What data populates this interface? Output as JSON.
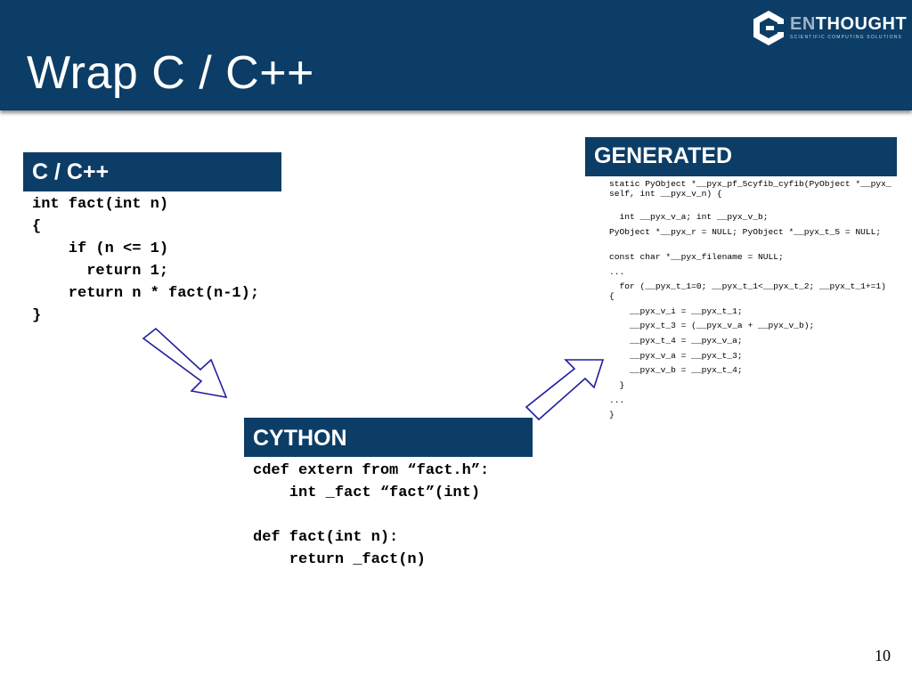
{
  "slide": {
    "title": "Wrap C / C++",
    "page_number": "10"
  },
  "logo": {
    "prefix": "EN",
    "word": "THOUGHT",
    "tagline": "SCIENTIFIC COMPUTING SOLUTIONS"
  },
  "colors": {
    "header_bg": "#0c3d66",
    "label_bg": "#0c3d66",
    "arrow_stroke": "#1f1fa0",
    "text": "#000000"
  },
  "cpp": {
    "label": "C / C++",
    "code": "int fact(int n)\n{\n    if (n <= 1)\n      return 1;\n    return n * fact(n-1);\n}"
  },
  "generated": {
    "label": "GENERATED",
    "lines": [
      "static PyObject *__pyx_pf_5cyfib_cyfib(PyObject *__pyx_self, int __pyx_v_n) {",
      "  int __pyx_v_a; int __pyx_v_b;",
      "PyObject *__pyx_r = NULL; PyObject *__pyx_t_5 = NULL;",
      "const char *__pyx_filename = NULL;",
      "...",
      "  for (__pyx_t_1=0; __pyx_t_1<__pyx_t_2; __pyx_t_1+=1) {",
      "    __pyx_v_i = __pyx_t_1;",
      "    __pyx_t_3 = (__pyx_v_a + __pyx_v_b);",
      "    __pyx_t_4 = __pyx_v_a;",
      "    __pyx_v_a = __pyx_t_3;",
      "    __pyx_v_b = __pyx_t_4;",
      "  }",
      "...",
      "}"
    ]
  },
  "cython": {
    "label": "CYTHON",
    "code": "cdef extern from “fact.h”:\n    int _fact “fact”(int)\n\ndef fact(int n):\n    return _fact(n)"
  },
  "icons": {
    "logo": "enthought-hexagon-logo",
    "arrow_down": "down-right-arrow-icon",
    "arrow_up": "up-right-arrow-icon"
  }
}
